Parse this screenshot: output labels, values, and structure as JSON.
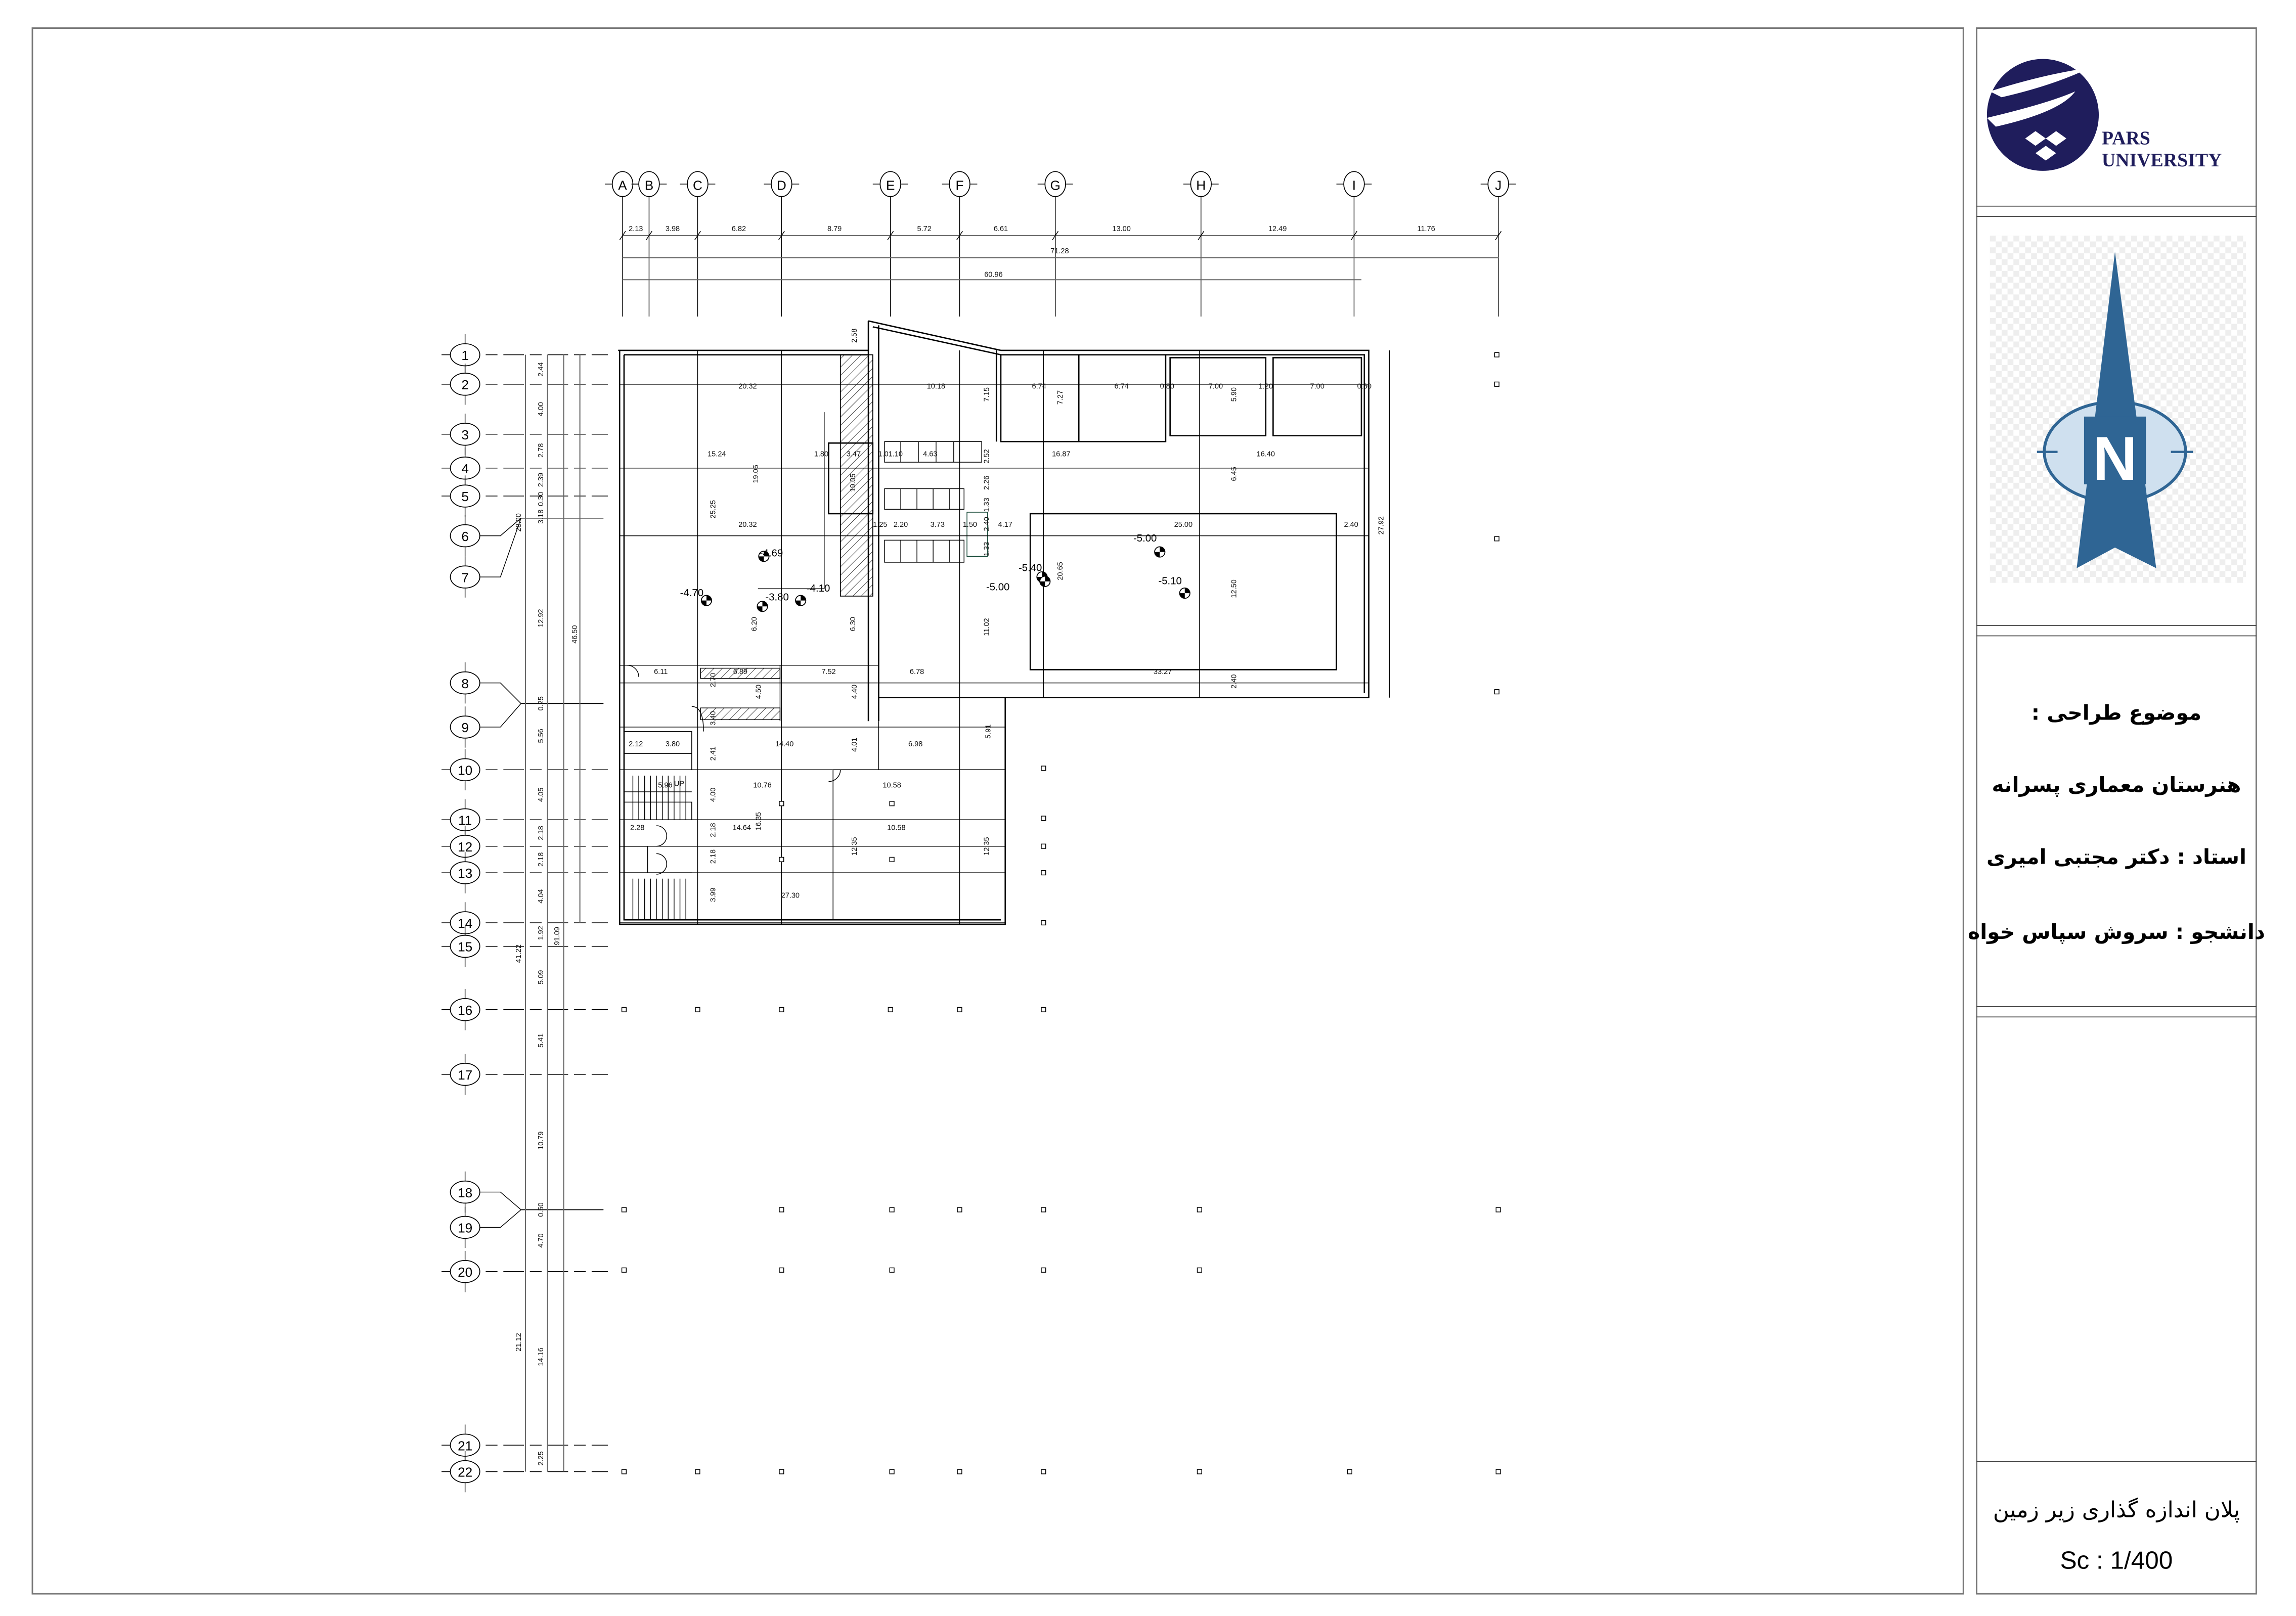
{
  "title_block": {
    "logo_text_1": "PARS",
    "logo_text_2": "UNIVERSITY",
    "north_label": "N",
    "subject_label": "موضوع طراحی :",
    "project_name": "هنرستان معماری پسرانه",
    "instructor": "استاد : دکتر مجتبی امیری",
    "student": "دانشجو : سروش سپاس خواه",
    "drawing_title": "پلان اندازه گذاری زیر زمین",
    "scale": "Sc : 1/400"
  },
  "grid": {
    "columns": [
      "A",
      "B",
      "C",
      "D",
      "E",
      "F",
      "G",
      "H",
      "I",
      "J"
    ],
    "rows": [
      "1",
      "2",
      "3",
      "4",
      "5",
      "6",
      "7",
      "8",
      "9",
      "10",
      "11",
      "12",
      "13",
      "14",
      "15",
      "16",
      "17",
      "18",
      "19",
      "20",
      "21",
      "22"
    ],
    "column_spacings": [
      "2.13",
      "3.98",
      "6.82",
      "8.79",
      "5.72",
      "6.61",
      "13.00",
      "12.49",
      "11.76"
    ],
    "column_total_overall": "71.28",
    "column_total_partial": "60.96",
    "row_spacings": [
      "2.44",
      "4.00",
      "2.78",
      "2.39",
      "0.30",
      "3.18",
      "12.92",
      "0.25",
      "5.56",
      "4.05",
      "2.18",
      "2.18",
      "4.04",
      "1.92",
      "5.09",
      "5.41",
      "10.79",
      "0.50",
      "4.70",
      "14.16",
      "2.25"
    ],
    "row_totals": [
      "28.00",
      "46.50",
      "91.09",
      "41.22",
      "21.12"
    ]
  },
  "plan": {
    "dimension_labels": [
      "2.58",
      "20.32",
      "10.18",
      "7.15",
      "6.74",
      "7.27",
      "6.74",
      "0.80",
      "7.00",
      "5.90",
      "1.20",
      "7.00",
      "0.60",
      "15.24",
      "19.05",
      "1.80",
      "3.47",
      "19.05",
      "1.01.10",
      "4.63",
      "2.52",
      "16.87",
      "16.40",
      "6.45",
      "25.25",
      "2.26",
      "1.33",
      "2.40",
      "1.33",
      "20.32",
      "1.25",
      "2.20",
      "3.73",
      "1.50",
      "4.17",
      "25.00",
      "2.40",
      "27.92",
      "20.65",
      "12.50",
      "11.02",
      "6.20",
      "6.30",
      "6.11",
      "2.70",
      "6.89",
      "7.52",
      "6.78",
      "33.27",
      "2.40",
      "4.50",
      "4.40",
      "3.40",
      "2.12",
      "3.80",
      "2.41",
      "14.40",
      "4.01",
      "6.98",
      "5.91",
      "5.96",
      "4.00",
      "10.76",
      "10.58",
      "16.35",
      "2.28",
      "2.18",
      "14.64",
      "10.58",
      "12.35",
      "12.35",
      "2.18",
      "3.99",
      "27.30"
    ],
    "level_marks": [
      "-4.69",
      "-4.70",
      "-3.80",
      "-4.10",
      "-5.40",
      "-5.00",
      "-5.00",
      "-5.10"
    ],
    "stair_label": "UP"
  },
  "colors": {
    "logo_navy": "#1f1d5c",
    "north_dark": "#2f6594",
    "north_light": "#cfe0ef"
  }
}
